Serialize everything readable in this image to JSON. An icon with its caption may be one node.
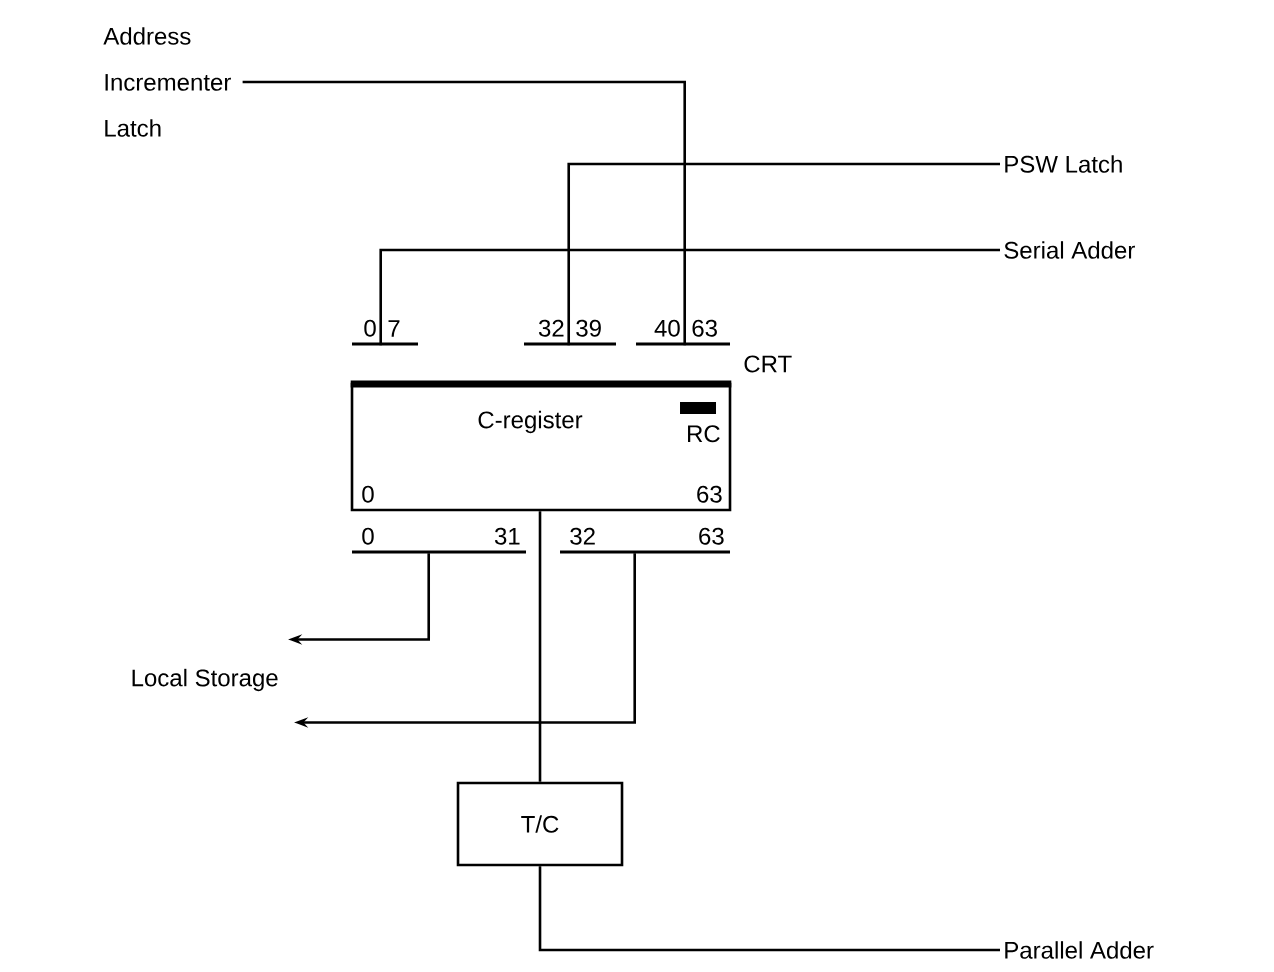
{
  "diagram": {
    "nodes": [
      {
        "text": [
          "Address Incrementer Latch"
        ]
      },
      {
        "text": [
          "PSW Latch"
        ]
      },
      {
        "text": [
          "Serial Adder"
        ]
      },
      {
        "text": [
          "0",
          "7"
        ]
      },
      {
        "text": [
          "32",
          "39"
        ]
      },
      {
        "text": [
          "40",
          "63"
        ]
      },
      {
        "text": [
          "C-register",
          "RC",
          "0",
          "63"
        ],
        "beside": [
          "CRT"
        ]
      },
      {
        "text": [
          "0",
          "31"
        ]
      },
      {
        "text": [
          "32",
          "63"
        ]
      },
      {
        "text": [
          "Local Storage"
        ]
      },
      {
        "text": [
          "T/C"
        ]
      },
      {
        "text": [
          "Parallel Adder"
        ]
      }
    ],
    "edges": [
      {
        "from": 0,
        "to": 5,
        "arrow": "none"
      },
      {
        "from": 1,
        "to": 4,
        "arrow": "none"
      },
      {
        "from": 2,
        "to": 3,
        "arrow": "none"
      },
      {
        "from": 7,
        "to": 9,
        "arrow": "to"
      },
      {
        "from": 8,
        "to": 9,
        "arrow": "to"
      },
      {
        "from": 6,
        "to": 10,
        "arrow": "none"
      },
      {
        "from": 10,
        "to": 11,
        "arrow": "none"
      }
    ]
  }
}
